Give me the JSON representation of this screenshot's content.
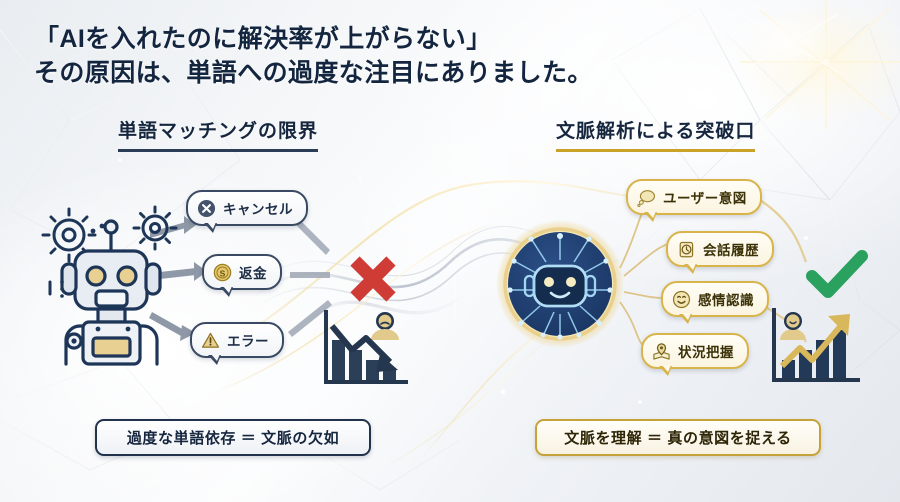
{
  "title": {
    "line1": "「AIを入れたのに解決率が上がらない」",
    "line2": "その原因は、単語への過度な注目にありました。"
  },
  "sections": {
    "left": {
      "heading": "単語マッチングの限界"
    },
    "right": {
      "heading": "文脈解析による突破口"
    }
  },
  "left_panel": {
    "robot_label": "ai-robot-illustration",
    "pills": [
      {
        "label": "キャンセル",
        "icon": "circle-x-icon"
      },
      {
        "label": "返金",
        "icon": "coin-dollar-icon"
      },
      {
        "label": "エラー",
        "icon": "warning-triangle-icon"
      }
    ],
    "verdict_icon": "red-x-mark",
    "chart": {
      "icon": "declining-bar-chart-icon",
      "person_icon": "sad-person-icon"
    },
    "caption": "過度な単語依存 ＝ 文脈の欠如"
  },
  "right_panel": {
    "orb_label": "ai-context-orb",
    "pills": [
      {
        "label": "ユーザー意図",
        "icon": "thought-bubble-icon"
      },
      {
        "label": "会話履歴",
        "icon": "scroll-clock-icon"
      },
      {
        "label": "感情認識",
        "icon": "smiley-face-icon"
      },
      {
        "label": "状況把握",
        "icon": "map-pin-icon"
      }
    ],
    "verdict_icon": "green-check-mark",
    "chart": {
      "icon": "rising-bar-chart-icon",
      "person_icon": "happy-person-icon"
    },
    "caption": "文脈を理解 ＝ 真の意図を捉える"
  },
  "colors": {
    "navy": "#15263e",
    "gold": "#c9a227",
    "red": "#cf3b35",
    "green": "#2aa15e",
    "bubble_border_gray": "#3a4a63",
    "bubble_border_gold": "#d8b44a",
    "orb_dark": "#17305c",
    "orb_glow": "#9fd8f7"
  }
}
